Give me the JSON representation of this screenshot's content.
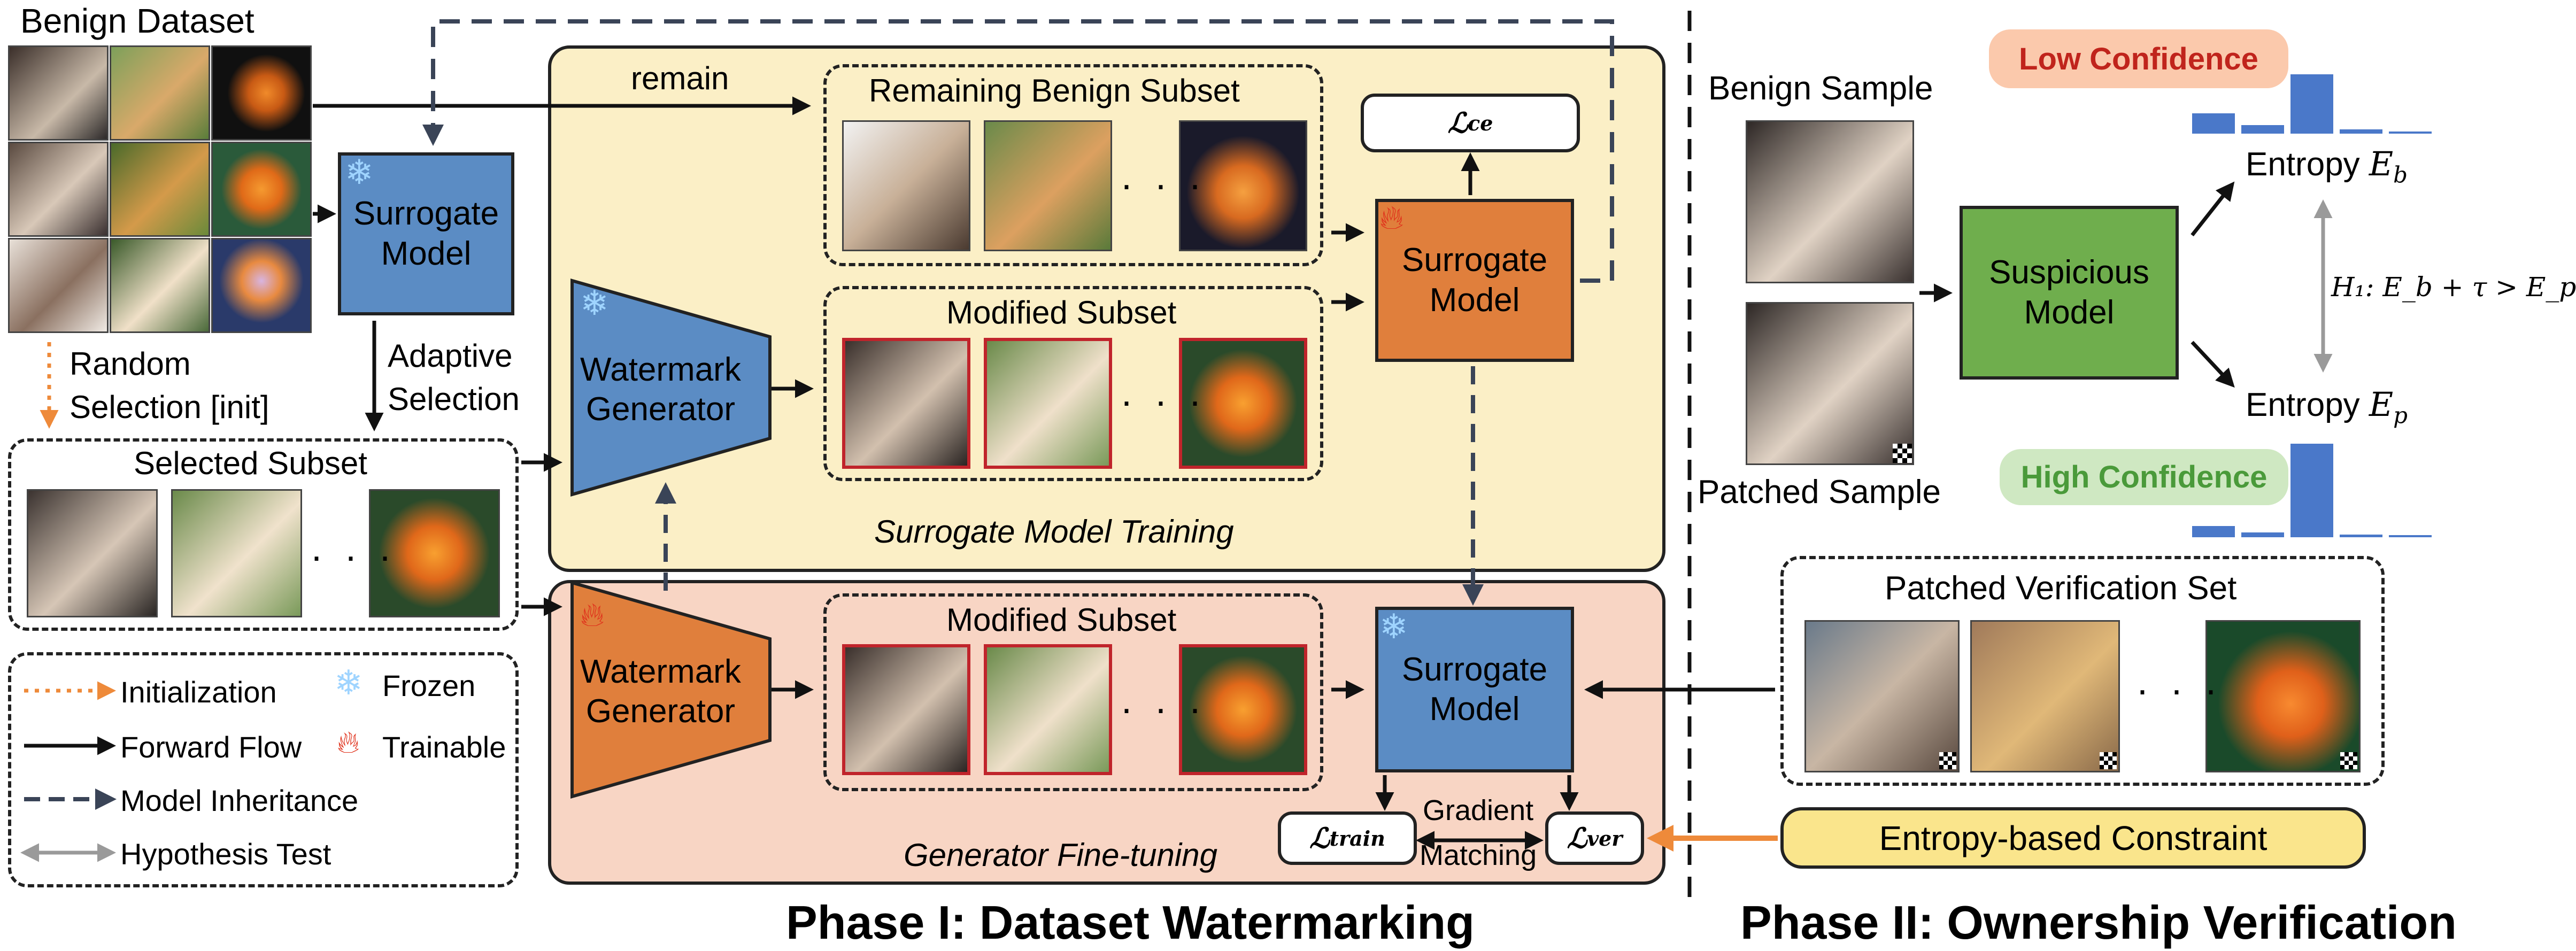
{
  "colors": {
    "surrogate_frozen": "#5b8cc4",
    "trainable": "#e07f3c",
    "suspicious": "#6fae4d",
    "phase1_training_bg": "#fbefc6",
    "phase1_finetune_bg": "#f8d5c4",
    "low_confidence_bg": "#fbc9ac",
    "high_confidence_bg": "#cfe8c2",
    "constraint_bg": "#fae58c",
    "orange_arrow": "#ee8a3a",
    "bars": "#4a78c9"
  },
  "phase1": {
    "title": "Phase I: Dataset Watermarking",
    "benign_dataset": "Benign Dataset",
    "surrogate_model": "Surrogate\nModel",
    "random_selection": "Random\nSelection [init]",
    "adaptive_selection": "Adaptive\nSelection",
    "selected_subset": "Selected Subset",
    "remain": "remain",
    "remaining_benign_subset": "Remaining Benign Subset",
    "modified_subset": "Modified Subset",
    "watermark_generator": "Watermark\nGenerator",
    "surrogate_training_label": "Surrogate Model Training",
    "generator_finetuning_label": "Generator Fine-tuning",
    "loss_ce": "ℒ",
    "loss_ce_sub": "ce",
    "loss_train": "ℒ",
    "loss_train_sub": "train",
    "loss_ver": "ℒ",
    "loss_ver_sub": "ver",
    "gradient_matching": "Gradient\nMatching",
    "ellipsis": "· · ·"
  },
  "legend": {
    "initialization": "Initialization",
    "forward_flow": "Forward Flow",
    "model_inheritance": "Model Inheritance",
    "hypothesis_test": "Hypothesis Test",
    "frozen": "Frozen",
    "trainable": "Trainable"
  },
  "phase2": {
    "title": "Phase II: Ownership Verification",
    "benign_sample": "Benign Sample",
    "patched_sample": "Patched Sample",
    "suspicious_model": "Suspicious\nModel",
    "low_confidence": "Low Confidence",
    "high_confidence": "High Confidence",
    "entropy_b": "Entropy",
    "entropy_b_sym": "E",
    "entropy_b_sub": "b",
    "entropy_p": "Entropy",
    "entropy_p_sym": "E",
    "entropy_p_sub": "p",
    "hypothesis": "H₁: E_b + τ > E_p",
    "patched_verification_set": "Patched Verification Set",
    "entropy_constraint": "Entropy-based Constraint",
    "low_conf_bars": [
      0.28,
      0.12,
      0.82,
      0.06,
      0.03
    ],
    "high_conf_bars": [
      0.12,
      0.05,
      1.0,
      0.03,
      0.02
    ]
  }
}
